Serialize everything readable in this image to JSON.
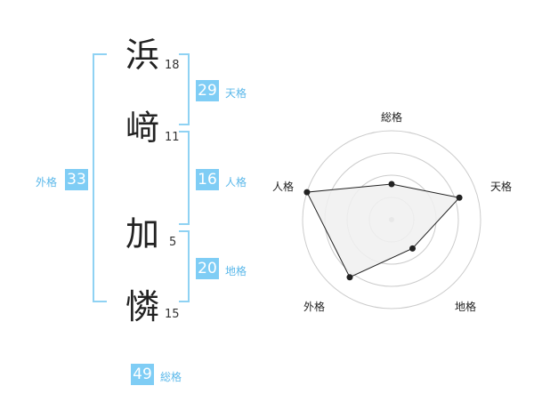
{
  "name": {
    "chars": [
      {
        "char": "浜",
        "strokes": "18"
      },
      {
        "char": "﨑",
        "strokes": "11"
      },
      {
        "char": "加",
        "strokes": "5"
      },
      {
        "char": "憐",
        "strokes": "15"
      }
    ]
  },
  "kakusu": {
    "tenkaku": {
      "value": "29",
      "label": "天格"
    },
    "jinkaku": {
      "value": "16",
      "label": "人格"
    },
    "chikaku": {
      "value": "20",
      "label": "地格"
    },
    "gaikaku": {
      "value": "33",
      "label": "外格"
    },
    "soukaku": {
      "value": "49",
      "label": "総格"
    }
  },
  "chart_data": {
    "type": "radar",
    "axes": [
      "総格",
      "天格",
      "地格",
      "外格",
      "人格"
    ],
    "values": [
      2,
      4,
      2,
      4,
      5
    ],
    "rmax": 5,
    "rings": 4,
    "colors": {
      "fill": "#f0f0f0",
      "stroke": "#222222",
      "ring": "#cccccc"
    }
  }
}
